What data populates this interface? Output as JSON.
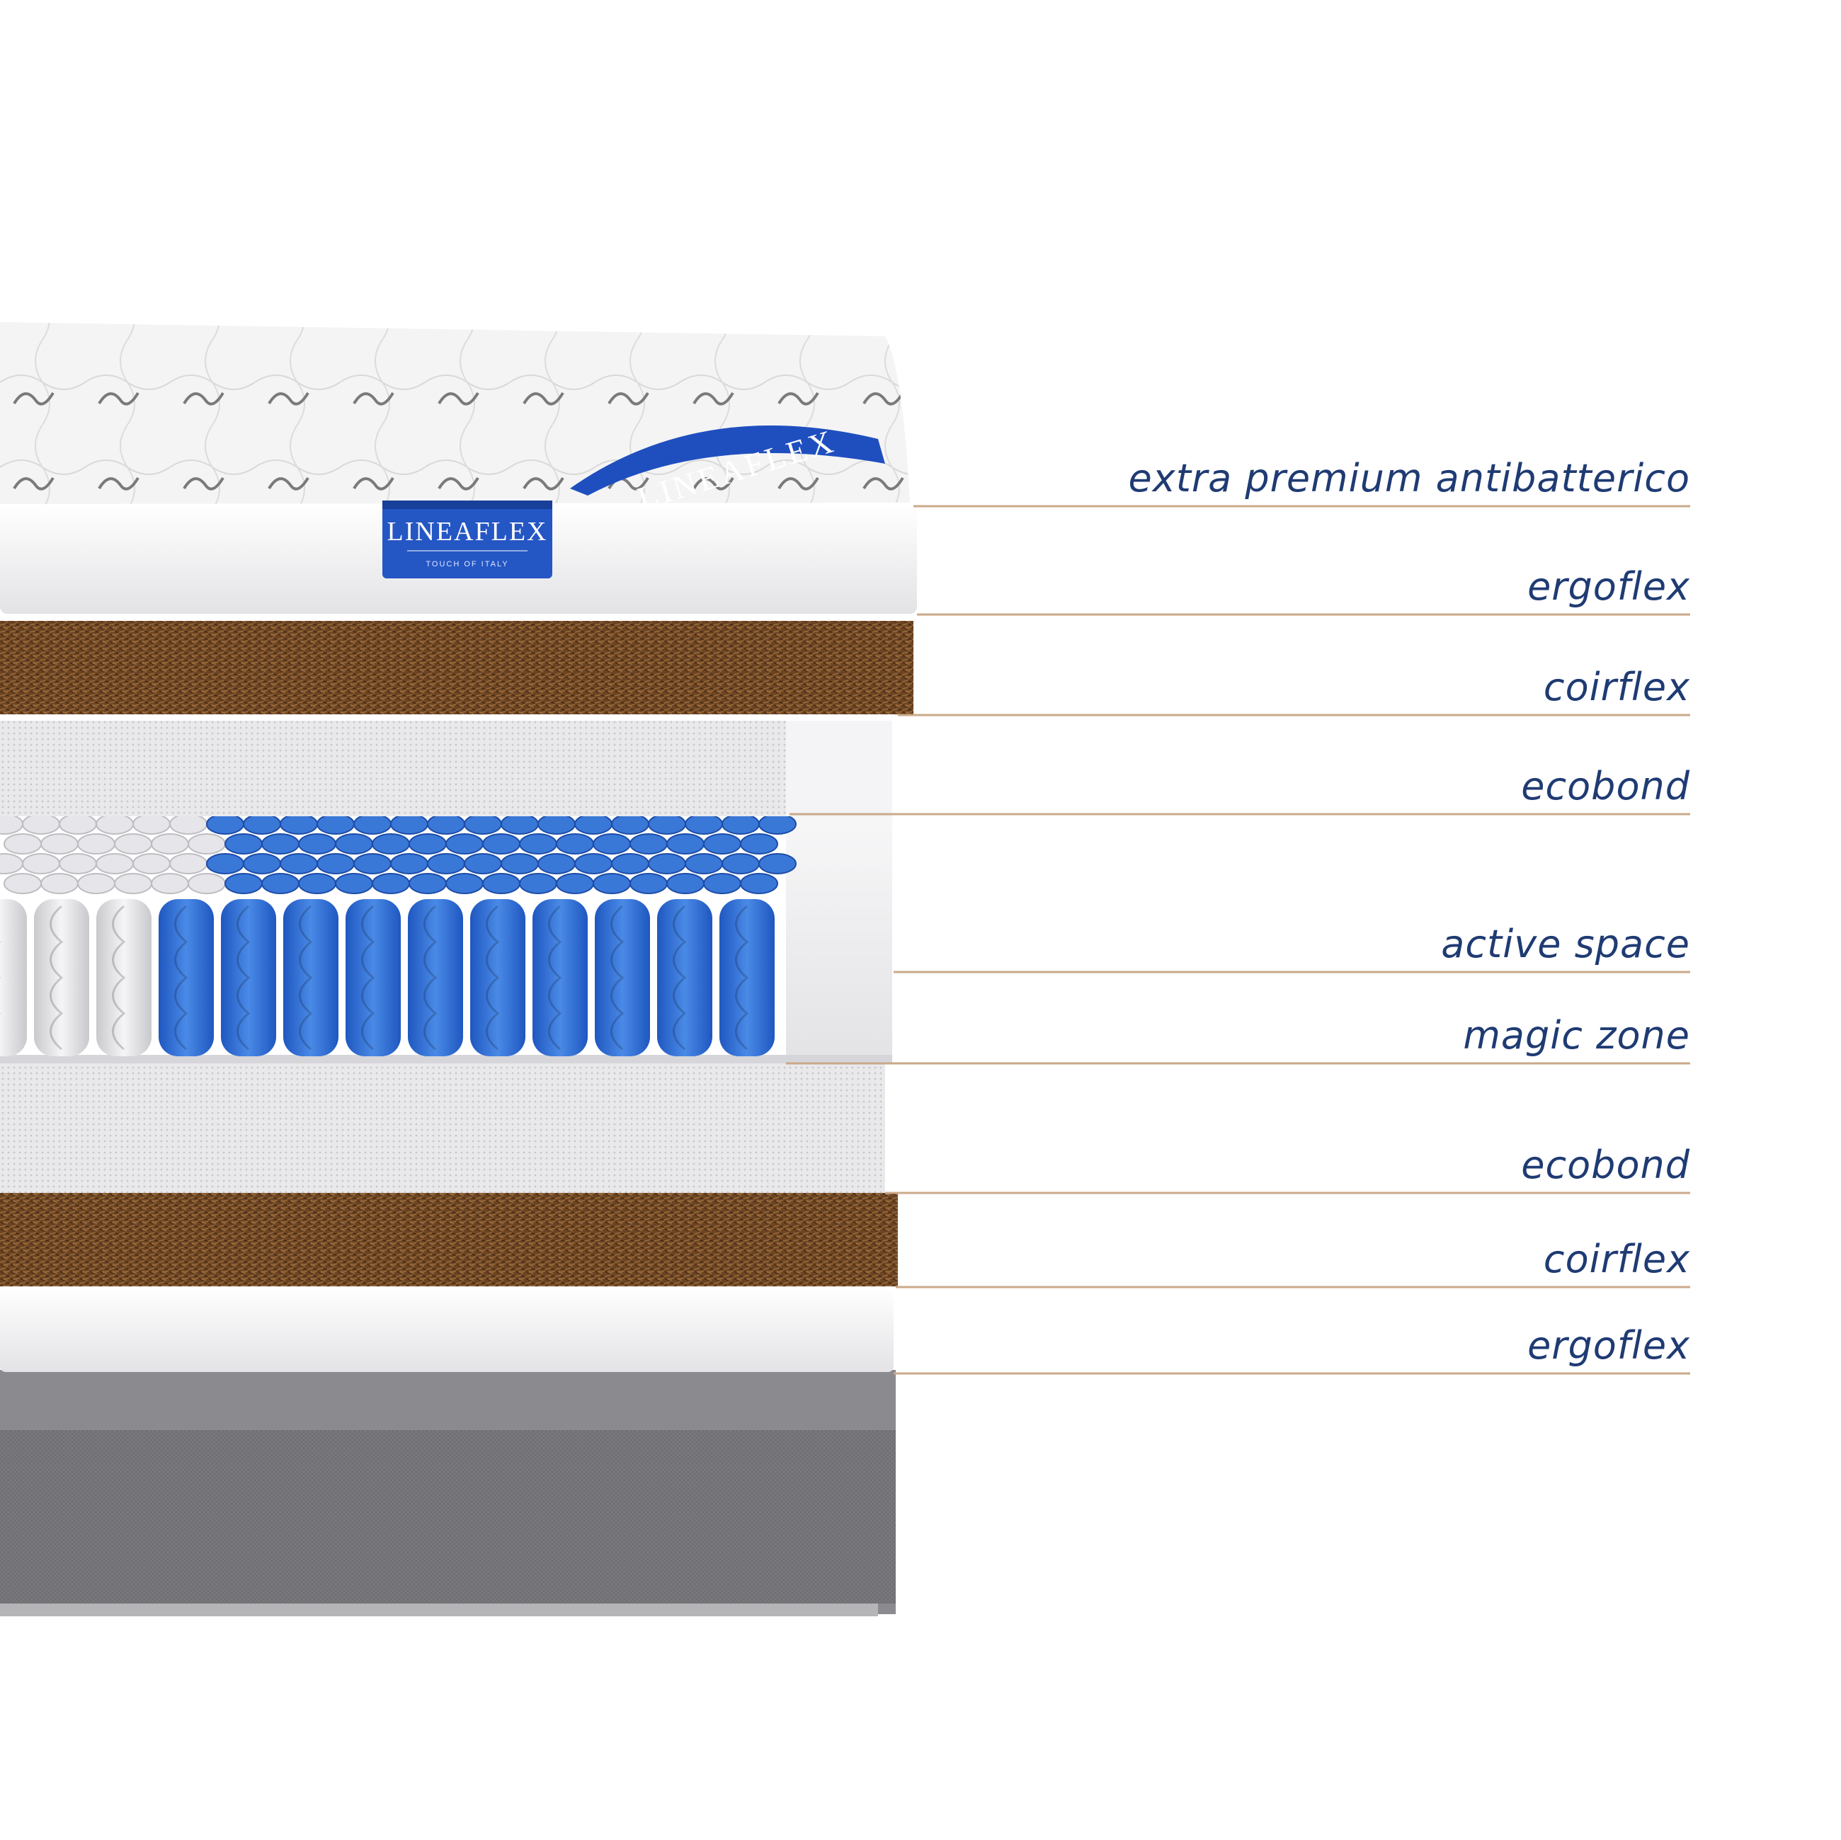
{
  "brand": {
    "logo_text": "LINEAFLEX",
    "tagline": "TOUCH OF ITALY"
  },
  "colors": {
    "label_text": "#1f3b73",
    "leader_line": "#c9a98a",
    "brand_blue": "#1f4fbf",
    "spring_blue": "#2f6fd6",
    "coir_brown": "#6b4423",
    "foam_white": "#f2f2f2",
    "base_gray": "#6f6f74"
  },
  "layers": [
    {
      "label": "extra premium antibatterico"
    },
    {
      "label": "ergoflex"
    },
    {
      "label": "coirflex"
    },
    {
      "label": "ecobond"
    },
    {
      "label": "active space"
    },
    {
      "label": "magic zone"
    },
    {
      "label": "ecobond"
    },
    {
      "label": "coirflex"
    },
    {
      "label": "ergoflex"
    }
  ]
}
